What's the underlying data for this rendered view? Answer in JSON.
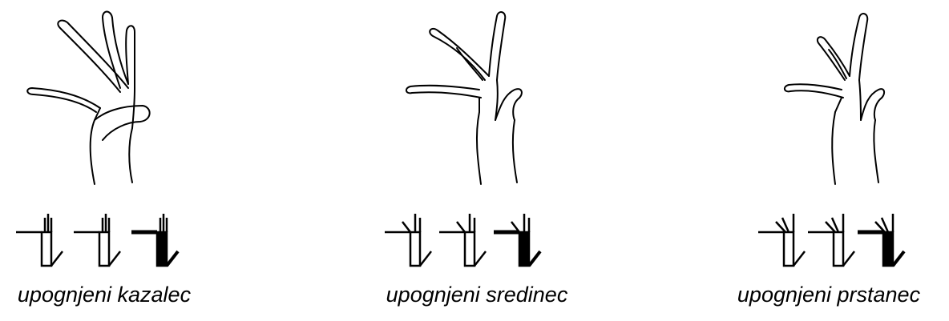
{
  "panels": [
    {
      "id": "index",
      "caption": "upognjeni kazalec",
      "bent_finger": "index",
      "symbols": [
        "open",
        "open",
        "filled"
      ]
    },
    {
      "id": "middle",
      "caption": "upognjeni sredinec",
      "bent_finger": "middle",
      "symbols": [
        "open",
        "open",
        "filled"
      ]
    },
    {
      "id": "ring",
      "caption": "upognjeni prstanec",
      "bent_finger": "ring",
      "symbols": [
        "open",
        "open",
        "filled"
      ]
    }
  ]
}
